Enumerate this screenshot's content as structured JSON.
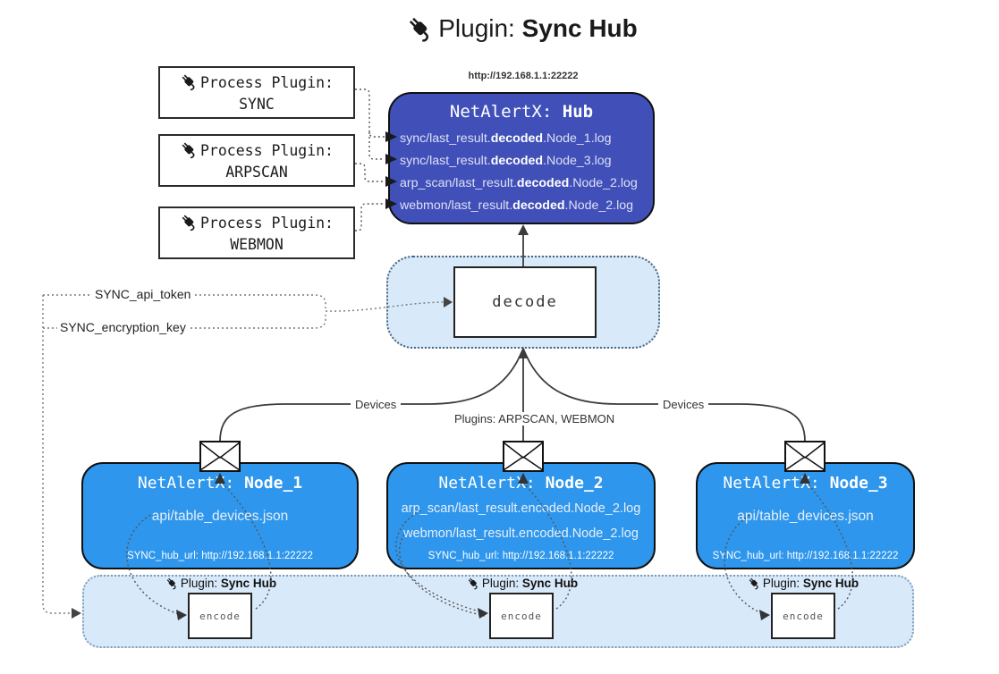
{
  "title": {
    "prefix": "Plugin: ",
    "name": "Sync Hub"
  },
  "process_plugins": [
    {
      "label": "Process Plugin:",
      "name": "SYNC"
    },
    {
      "label": "Process Plugin:",
      "name": "ARPSCAN"
    },
    {
      "label": "Process Plugin:",
      "name": "WEBMON"
    }
  ],
  "hub": {
    "url": "http://192.168.1.1:22222",
    "title_prefix": "NetAlertX: ",
    "title_name": "Hub",
    "logs": [
      {
        "pre": "sync/last_result.",
        "bold": "decoded",
        "post": ".Node_1.log"
      },
      {
        "pre": "sync/last_result.",
        "bold": "decoded",
        "post": ".Node_3.log"
      },
      {
        "pre": "arp_scan/last_result.",
        "bold": "decoded",
        "post": ".Node_2.log"
      },
      {
        "pre": "webmon/last_result.",
        "bold": "decoded",
        "post": ".Node_2.log"
      }
    ]
  },
  "decode": {
    "label": "decode"
  },
  "settings": {
    "api_token": "SYNC_api_token",
    "encryption_key": "SYNC_encryption_key"
  },
  "edges": {
    "devices_left": "Devices",
    "plugins_center": "Plugins: ARPSCAN, WEBMON",
    "devices_right": "Devices"
  },
  "nodes": [
    {
      "title_prefix": "NetAlertX: ",
      "title_name": "Node_1",
      "files": [
        "api/table_devices.json"
      ],
      "hub_url": "SYNC_hub_url: http://192.168.1.1:22222"
    },
    {
      "title_prefix": "NetAlertX: ",
      "title_name": "Node_2",
      "files": [
        "arp_scan/last_result.encoded.Node_2.log",
        "webmon/last_result.encoded.Node_2.log"
      ],
      "hub_url": "SYNC_hub_url: http://192.168.1.1:22222"
    },
    {
      "title_prefix": "NetAlertX: ",
      "title_name": "Node_3",
      "files": [
        "api/table_devices.json"
      ],
      "hub_url": "SYNC_hub_url: http://192.168.1.1:22222"
    }
  ],
  "encoders": [
    {
      "plugin_prefix": "Plugin: ",
      "plugin_name": "Sync Hub",
      "label": "encode"
    },
    {
      "plugin_prefix": "Plugin: ",
      "plugin_name": "Sync Hub",
      "label": "encode"
    },
    {
      "plugin_prefix": "Plugin: ",
      "plugin_name": "Sync Hub",
      "label": "encode"
    }
  ],
  "colors": {
    "hub": "#4050B8",
    "node": "#2E96EC",
    "panel": "#D8E9FA",
    "line": "#3c3c3c"
  }
}
